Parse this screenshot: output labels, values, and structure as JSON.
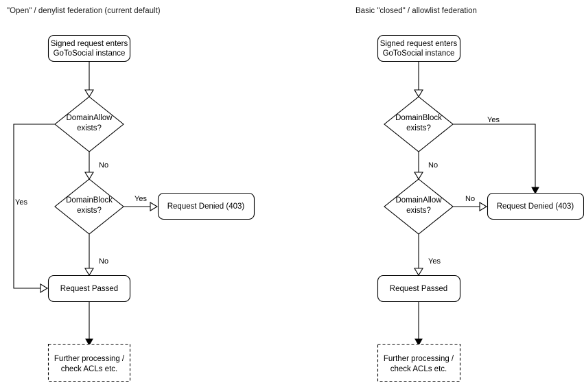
{
  "diagrams": [
    {
      "id": "open-denylist",
      "title": "\"Open\" / denylist federation (current default)",
      "nodes": {
        "start": {
          "label_line1": "Signed request enters",
          "label_line2": "GoToSocial instance",
          "shape": "rounded-rect"
        },
        "decision1": {
          "label_line1": "DomainAllow",
          "label_line2": "exists?",
          "shape": "diamond"
        },
        "decision2": {
          "label_line1": "DomainBlock",
          "label_line2": "exists?",
          "shape": "diamond"
        },
        "denied": {
          "label_line1": "Request Denied (403)",
          "shape": "rounded-rect"
        },
        "passed": {
          "label_line1": "Request Passed",
          "shape": "rounded-rect"
        },
        "further": {
          "label_line1": "Further processing /",
          "label_line2": "check ACLs etc.",
          "shape": "dashed-rect"
        }
      },
      "edge_labels": {
        "allow_yes": "Yes",
        "allow_no": "No",
        "block_yes": "Yes",
        "block_no": "No"
      }
    },
    {
      "id": "closed-allowlist",
      "title": "Basic \"closed\" / allowlist federation",
      "nodes": {
        "start": {
          "label_line1": "Signed request enters",
          "label_line2": "GoToSocial instance",
          "shape": "rounded-rect"
        },
        "decision1": {
          "label_line1": "DomainBlock",
          "label_line2": "exists?",
          "shape": "diamond"
        },
        "decision2": {
          "label_line1": "DomainAllow",
          "label_line2": "exists?",
          "shape": "diamond"
        },
        "denied": {
          "label_line1": "Request Denied (403)",
          "shape": "rounded-rect"
        },
        "passed": {
          "label_line1": "Request Passed",
          "shape": "rounded-rect"
        },
        "further": {
          "label_line1": "Further processing /",
          "label_line2": "check ACLs etc.",
          "shape": "dashed-rect"
        }
      },
      "edge_labels": {
        "block_yes": "Yes",
        "block_no": "No",
        "allow_no": "No",
        "allow_yes": "Yes"
      }
    }
  ],
  "colors": {
    "stroke": "#000000",
    "fill": "#ffffff",
    "text": "#000000",
    "background": "#ffffff"
  }
}
